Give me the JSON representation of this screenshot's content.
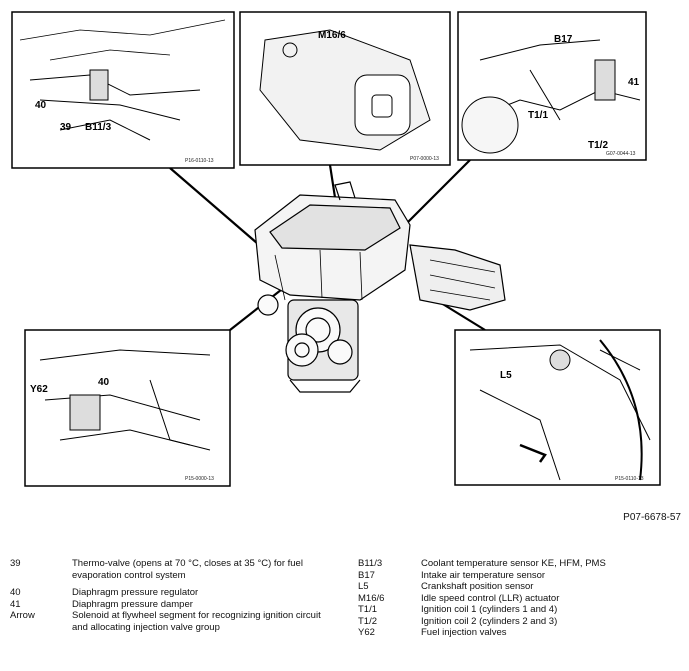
{
  "figure_ref": "P07-6678-57",
  "panels": {
    "top_left": {
      "labels": [
        "39",
        "B11/3",
        "40"
      ],
      "code": "P16-0110-13"
    },
    "top_center": {
      "labels": [
        "M16/6"
      ],
      "code": "P07-0000-13"
    },
    "top_right": {
      "labels": [
        "B17",
        "41",
        "T1/1",
        "T1/2"
      ],
      "code": "G07-0044-13"
    },
    "bottom_left": {
      "labels": [
        "Y62",
        "40"
      ],
      "code": "P15-0000-13"
    },
    "bottom_right": {
      "labels": [
        "L5"
      ],
      "code": "P15-0110-13"
    }
  },
  "legend_left": [
    {
      "key": "39",
      "desc": "Thermo-valve (opens at 70 °C, closes at 35 °C) for fuel evaporation control system"
    },
    {
      "key": "40",
      "desc": "Diaphragm pressure regulator"
    },
    {
      "key": "41",
      "desc": "Diaphragm pressure damper"
    },
    {
      "key": "Arrow",
      "desc": "Solenoid at flywheel segment for recognizing ignition circuit and allocating injection valve group"
    }
  ],
  "legend_right": [
    {
      "key": "B11/3",
      "desc": "Coolant temperature sensor KE, HFM, PMS"
    },
    {
      "key": "B17",
      "desc": "Intake air temperature sensor"
    },
    {
      "key": "L5",
      "desc": "Crankshaft position sensor"
    },
    {
      "key": "M16/6",
      "desc": "Idle speed control (LLR) actuator"
    },
    {
      "key": "T1/1",
      "desc": "Ignition coil 1 (cylinders 1 and 4)"
    },
    {
      "key": "T1/2",
      "desc": "Ignition coil 2 (cylinders 2 and 3)"
    },
    {
      "key": "Y62",
      "desc": "Fuel injection valves"
    }
  ]
}
